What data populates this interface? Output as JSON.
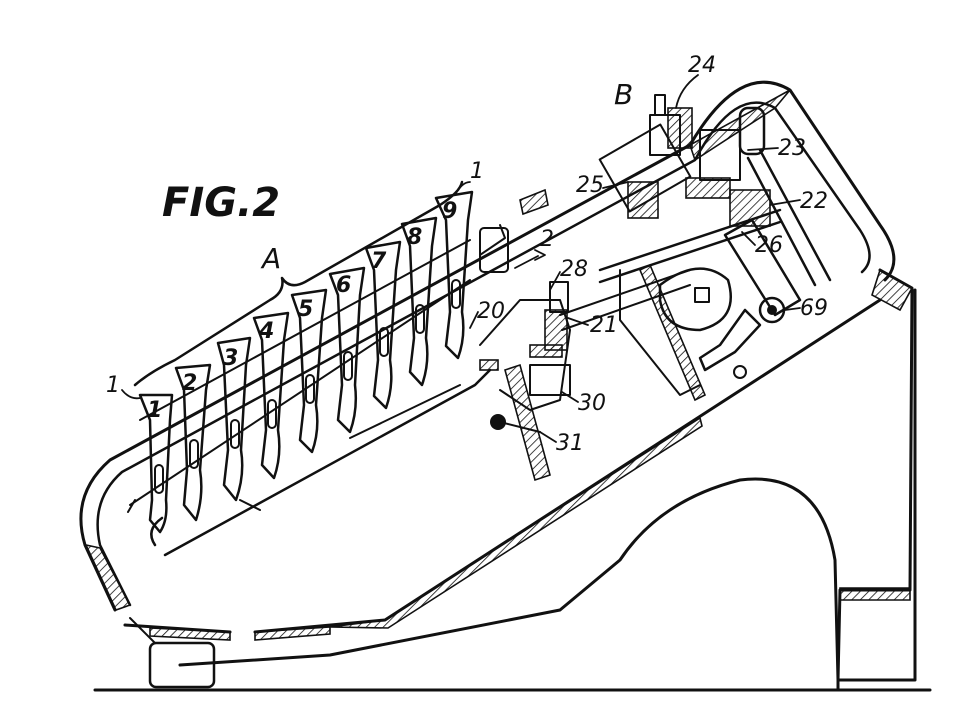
{
  "figure": {
    "title": "FIG.2",
    "group_labels": {
      "keyboard": "A",
      "register": "B"
    },
    "key_numbers": [
      "1",
      "2",
      "3",
      "4",
      "5",
      "6",
      "7",
      "8",
      "9"
    ],
    "reference_numerals": {
      "r1_left": "1",
      "r1_right": "1",
      "r2": "2",
      "r20": "20",
      "r21": "21",
      "r22": "22",
      "r23": "23",
      "r24": "24",
      "r25": "25",
      "r26": "26",
      "r28": "28",
      "r30": "30",
      "r31": "31",
      "r69": "69"
    }
  }
}
